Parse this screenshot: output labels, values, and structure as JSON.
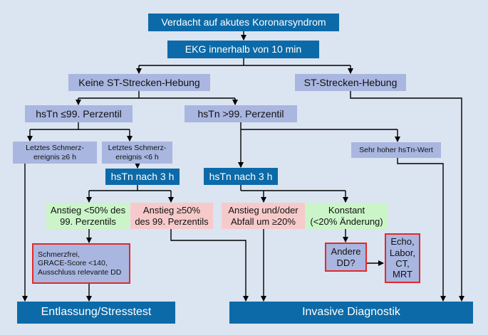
{
  "nodes": {
    "verdacht": "Verdacht auf akutes Koronarsyndrom",
    "ekg": "EKG innerhalb von 10 min",
    "keine_st": "Keine ST-Strecken-Hebung",
    "st": "ST-Strecken-Hebung",
    "hstn_le99": "hsTn ≤99. Perzentil",
    "hstn_gt99": "hsTn >99. Perzentil",
    "letztes_ge6": "Letztes Schmerz-\nereignis ≥6 h",
    "letztes_lt6": "Letztes Schmerz-\nereignis <6 h",
    "sehr_hoher": "Sehr hoher hsTn-Wert",
    "hstn3h_left": "hsTn nach 3 h",
    "hstn3h_right": "hsTn nach 3 h",
    "anstieg_lt50": "Anstieg <50% des\n99. Perzentils",
    "anstieg_ge50": "Anstieg ≥50%\ndes 99. Perzentils",
    "anstieg_abfall": "Anstieg und/oder\nAbfall um ≥20%",
    "konstant": "Konstant\n(<20% Änderung)",
    "schmerzfrei": "Schmerzfrei,\nGRACE-Score <140,\nAusschluss relevante DD",
    "andere_dd": "Andere\nDD?",
    "echo": "Echo,\nLabor,\nCT,\nMRT",
    "entlassung": "Entlassung/Stresstest",
    "invasive": "Invasive Diagnostik"
  },
  "colors": {
    "background": "#dbe4f1",
    "dark_box": "#0c6aa8",
    "lavender_box": "#a9b6e0",
    "green_box": "#cbf5c8",
    "pink_box": "#f6caca",
    "red_border": "#e02a2a"
  }
}
